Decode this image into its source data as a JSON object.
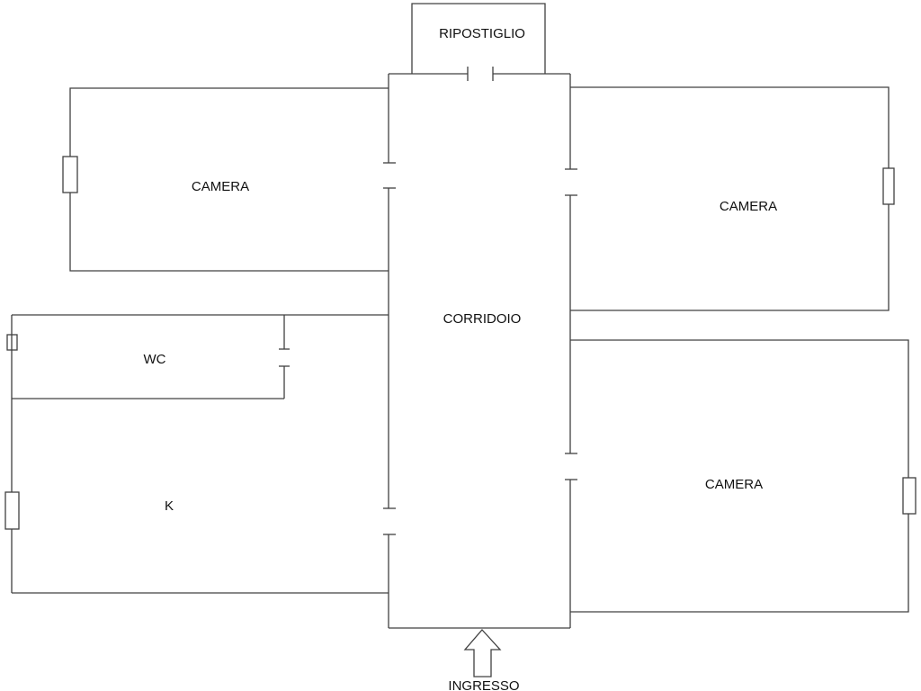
{
  "plan": {
    "rooms": {
      "storage": "RIPOSTIGLIO",
      "room_top_left": "CAMERA",
      "room_top_right": "CAMERA",
      "corridor": "CORRIDOIO",
      "bathroom": "WC",
      "kitchen": "K",
      "room_bottom_right": "CAMERA"
    },
    "entrance": "INGRESSO",
    "line_color": "#404040"
  }
}
